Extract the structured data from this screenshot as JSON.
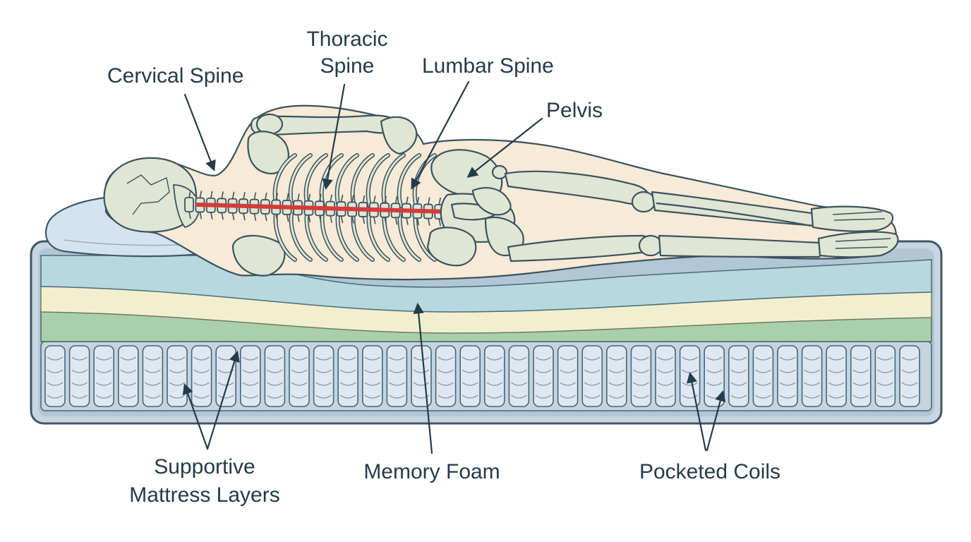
{
  "labels": {
    "cervical_spine": "Cervical Spine",
    "thoracic_line1": "Thoracic",
    "thoracic_line2": "Spine",
    "lumbar_spine": "Lumbar Spine",
    "pelvis": "Pelvis",
    "supportive_line1": "Supportive",
    "supportive_line2": "Mattress Layers",
    "memory_foam": "Memory Foam",
    "pocketed_coils": "Pocketed Coils"
  },
  "colors": {
    "text": "#243b4a",
    "spine_alignment": "#d63a3a",
    "bone": "#dfe6d3",
    "body": "#f7ead6",
    "top_layer": "#b6d8de",
    "foam_layer": "#f2efcf",
    "support_layer": "#a9cfad",
    "coils": "#dfe8f0",
    "mattress_edge": "#a9bccb"
  },
  "icons": {
    "pillow": "pillow-icon",
    "skeleton": "skeleton-icon",
    "mattress": "mattress-icon"
  }
}
